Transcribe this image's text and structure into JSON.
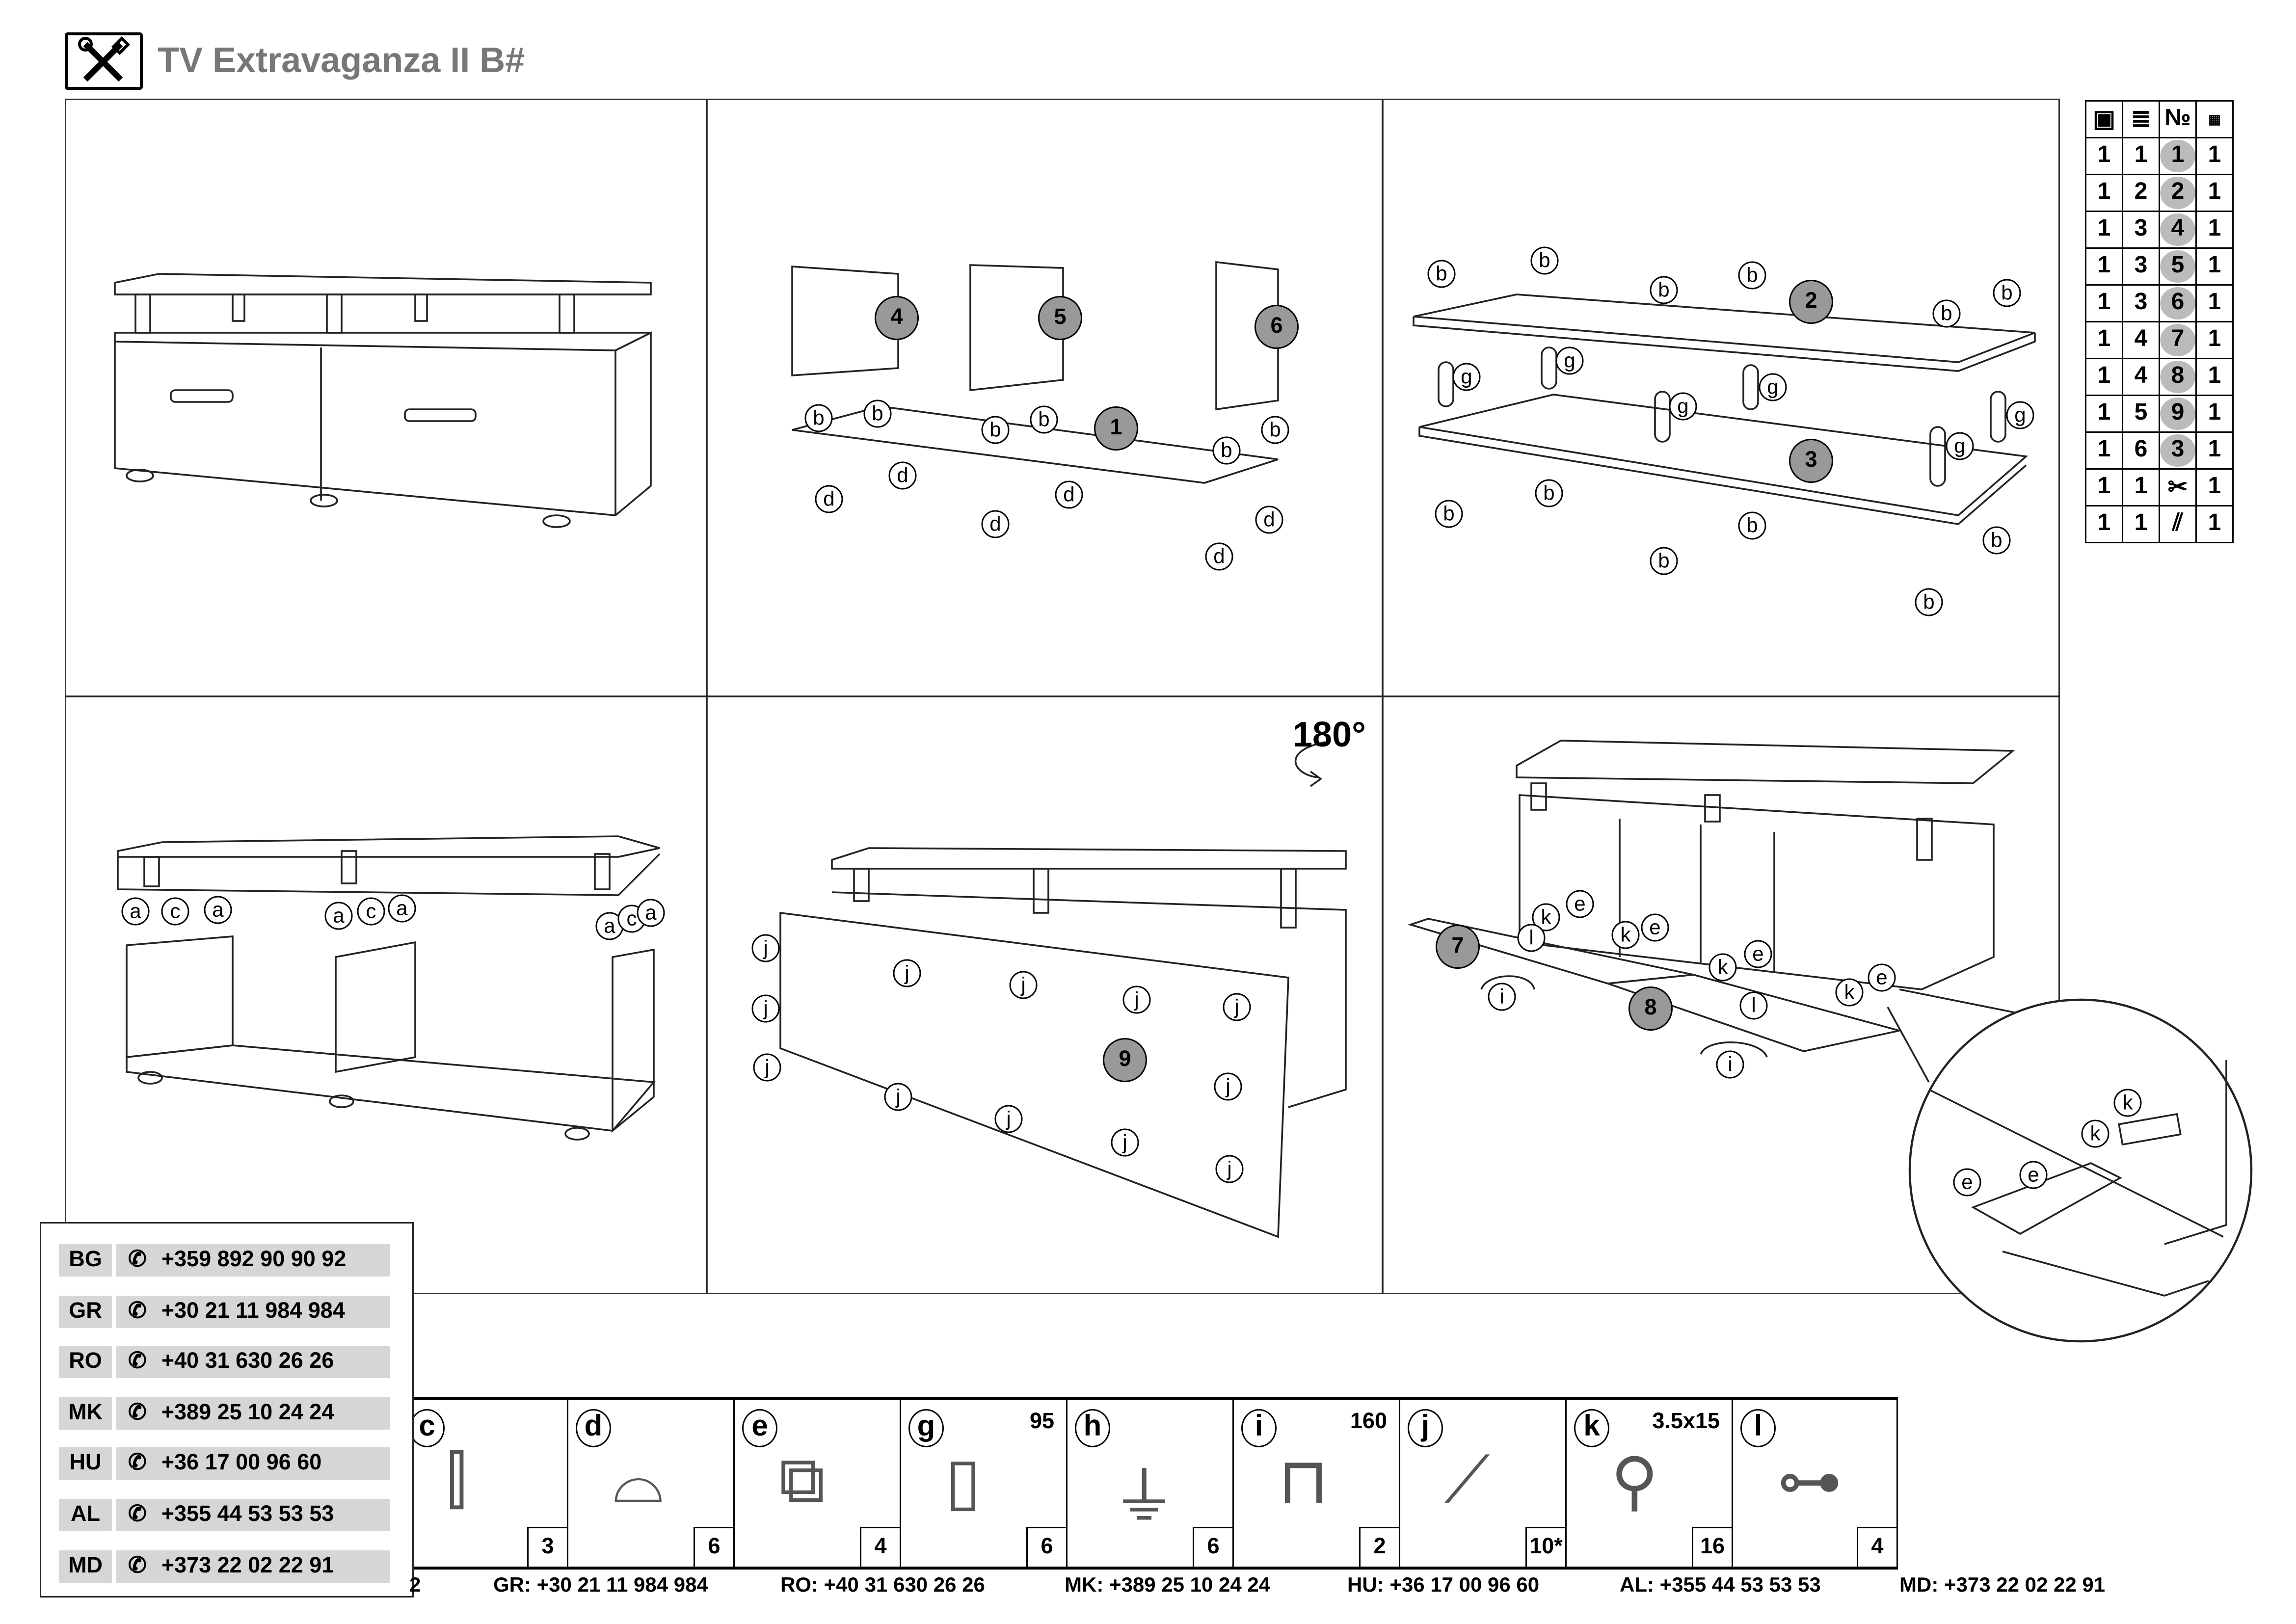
{
  "header": {
    "title": "TV Extravaganza II B#",
    "logo_icon": "wrench-screwdriver-icon"
  },
  "parts_table": {
    "header_icons": [
      "box-icon",
      "stack-icon",
      "number-sign-icon",
      "pages-icon"
    ],
    "header_no": "№",
    "rows": [
      {
        "box": "1",
        "pack": "1",
        "no": "1",
        "qty": "1"
      },
      {
        "box": "1",
        "pack": "2",
        "no": "2",
        "qty": "1"
      },
      {
        "box": "1",
        "pack": "3",
        "no": "4",
        "qty": "1"
      },
      {
        "box": "1",
        "pack": "3",
        "no": "5",
        "qty": "1"
      },
      {
        "box": "1",
        "pack": "3",
        "no": "6",
        "qty": "1"
      },
      {
        "box": "1",
        "pack": "4",
        "no": "7",
        "qty": "1"
      },
      {
        "box": "1",
        "pack": "4",
        "no": "8",
        "qty": "1"
      },
      {
        "box": "1",
        "pack": "5",
        "no": "9",
        "qty": "1"
      },
      {
        "box": "1",
        "pack": "6",
        "no": "3",
        "qty": "1"
      },
      {
        "box": "1",
        "pack": "1",
        "no_icon": "tools-icon",
        "qty": "1"
      },
      {
        "box": "1",
        "pack": "1",
        "no_icon": "screws-icon",
        "qty": "1"
      }
    ]
  },
  "steps": {
    "step2": {
      "parts": [
        "4",
        "5",
        "6",
        "1"
      ],
      "callouts": [
        "b",
        "b",
        "b",
        "b",
        "b",
        "b",
        "d",
        "d",
        "d",
        "d",
        "d",
        "d"
      ]
    },
    "step3": {
      "parts": [
        "2",
        "3"
      ],
      "callouts": [
        "b",
        "b",
        "b",
        "b",
        "b",
        "b",
        "b",
        "b",
        "b",
        "b",
        "b",
        "b",
        "g",
        "g",
        "g",
        "g",
        "g",
        "g"
      ]
    },
    "step4": {
      "parts": [],
      "callouts": [
        "a",
        "c",
        "a",
        "a",
        "c",
        "a",
        "a",
        "c",
        "a"
      ]
    },
    "step5": {
      "rotate": "180°",
      "parts": [
        "9"
      ],
      "callouts": [
        "j",
        "j",
        "j",
        "j",
        "j",
        "j",
        "j",
        "j",
        "j",
        "j",
        "j",
        "j"
      ]
    },
    "step6": {
      "parts": [
        "7",
        "8"
      ],
      "callouts": [
        "k",
        "k",
        "k",
        "k",
        "e",
        "e",
        "e",
        "e",
        "l",
        "l",
        "i",
        "i",
        "k",
        "e",
        "k",
        "e"
      ]
    }
  },
  "phones": [
    {
      "code": "BG",
      "number": "+359 892 90 90 92"
    },
    {
      "code": "GR",
      "number": "+30 21 11 984 984"
    },
    {
      "code": "RO",
      "number": "+40 31 630 26 26"
    },
    {
      "code": "MK",
      "number": "+389 25 10 24 24"
    },
    {
      "code": "HU",
      "number": "+36 17 00 96 60"
    },
    {
      "code": "AL",
      "number": "+355 44 53 53 53"
    },
    {
      "code": "MD",
      "number": "+373 22 02 22 91"
    }
  ],
  "hardware": [
    {
      "letter": "c",
      "size": "",
      "qty": "3",
      "icon": "dowel-icon"
    },
    {
      "letter": "d",
      "size": "",
      "qty": "6",
      "icon": "foot-icon"
    },
    {
      "letter": "e",
      "size": "",
      "qty": "4",
      "icon": "hinge-icon"
    },
    {
      "letter": "g",
      "size": "95",
      "qty": "6",
      "icon": "leg-icon"
    },
    {
      "letter": "h",
      "size": "",
      "qty": "6",
      "icon": "connector-icon"
    },
    {
      "letter": "i",
      "size": "160",
      "qty": "2",
      "icon": "handle-icon"
    },
    {
      "letter": "j",
      "size": "",
      "qty": "10*",
      "icon": "nail-icon"
    },
    {
      "letter": "k",
      "size": "3.5x15",
      "qty": "16",
      "icon": "screw-icon"
    },
    {
      "letter": "l",
      "size": "",
      "qty": "4",
      "icon": "bolt-icon"
    }
  ],
  "footer": {
    "bg_tail": "2",
    "items": [
      "GR: +30 21 11 984 984",
      "RO: +40 31 630 26 26",
      "MK: +389 25 10 24 24",
      "HU: +36 17 00 96 60",
      "AL: +355 44 53 53 53",
      "MD: +373 22 02 22 91"
    ]
  }
}
